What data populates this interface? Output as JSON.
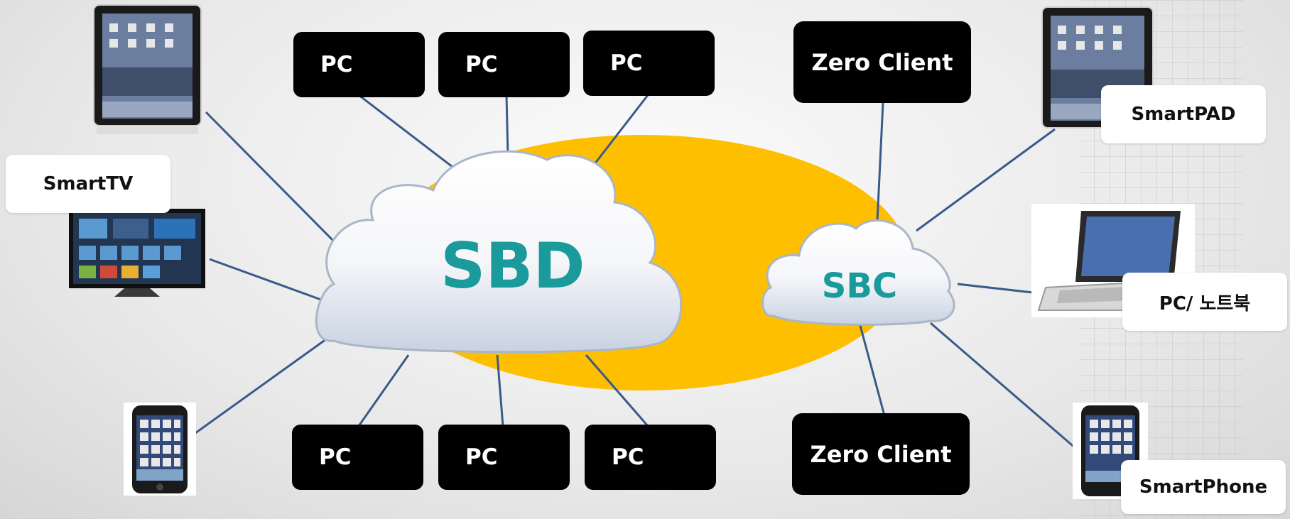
{
  "clouds": {
    "main": {
      "label": "SBD"
    },
    "secondary": {
      "label": "SBC"
    }
  },
  "pcs_top": [
    "PC",
    "PC",
    "PC"
  ],
  "pcs_bottom": [
    "PC",
    "PC",
    "PC"
  ],
  "zero_clients": {
    "top": "Zero Client",
    "bottom": "Zero Client"
  },
  "device_labels": {
    "smart_tv": "SmartTV",
    "smart_pad": "SmartPAD",
    "pc_notebook": "PC/ 노트북",
    "smart_phone": "SmartPhone"
  },
  "colors": {
    "highlight_ellipse": "#fdbf00",
    "cloud_text": "#1a9a9a",
    "connector_line": "#3a5a8a",
    "box_fill": "#000000"
  },
  "icons": [
    "tablet-icon",
    "tv-icon",
    "phone-icon",
    "laptop-icon"
  ]
}
